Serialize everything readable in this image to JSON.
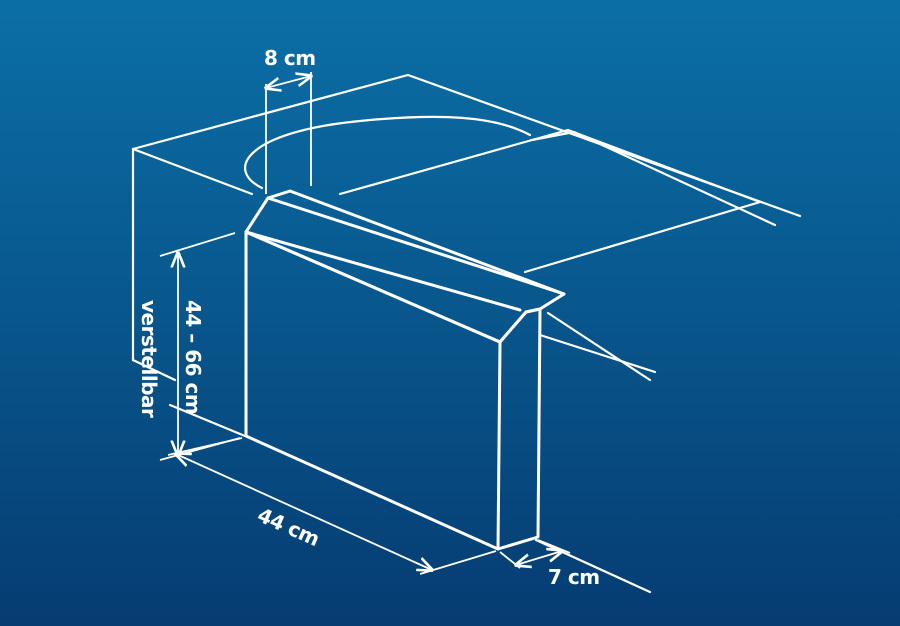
{
  "labels": {
    "top_width": "8 cm",
    "height_range": "44 – 66 cm",
    "height_note": "verstellbar",
    "depth": "44 cm",
    "thickness": "7 cm"
  },
  "colors": {
    "background_top": "#0b6fa6",
    "background_bottom": "#063c72",
    "lines": "#ffffff"
  }
}
